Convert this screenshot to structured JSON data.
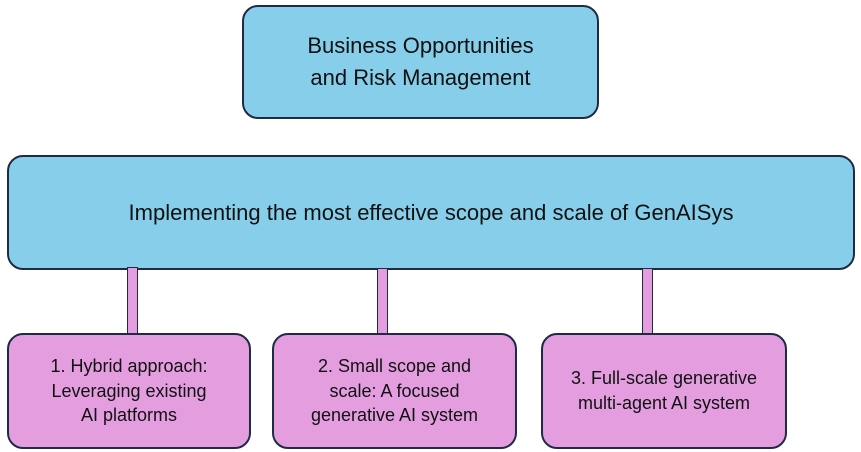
{
  "diagram": {
    "top_node": {
      "line1": "Business Opportunities",
      "line2": "and Risk Management"
    },
    "middle_node": {
      "text": "Implementing the most effective scope and scale of GenAISys"
    },
    "options": [
      {
        "lines": [
          "1. Hybrid approach:",
          "Leveraging existing",
          "AI platforms"
        ]
      },
      {
        "lines": [
          "2. Small scope and",
          "scale: A focused",
          "generative AI system"
        ]
      },
      {
        "lines": [
          "3. Full-scale generative",
          "multi-agent AI system"
        ]
      }
    ],
    "colors": {
      "blue_fill": "#87ceeb",
      "pink_fill": "#e49ee0",
      "border": "#1f2a44"
    }
  }
}
